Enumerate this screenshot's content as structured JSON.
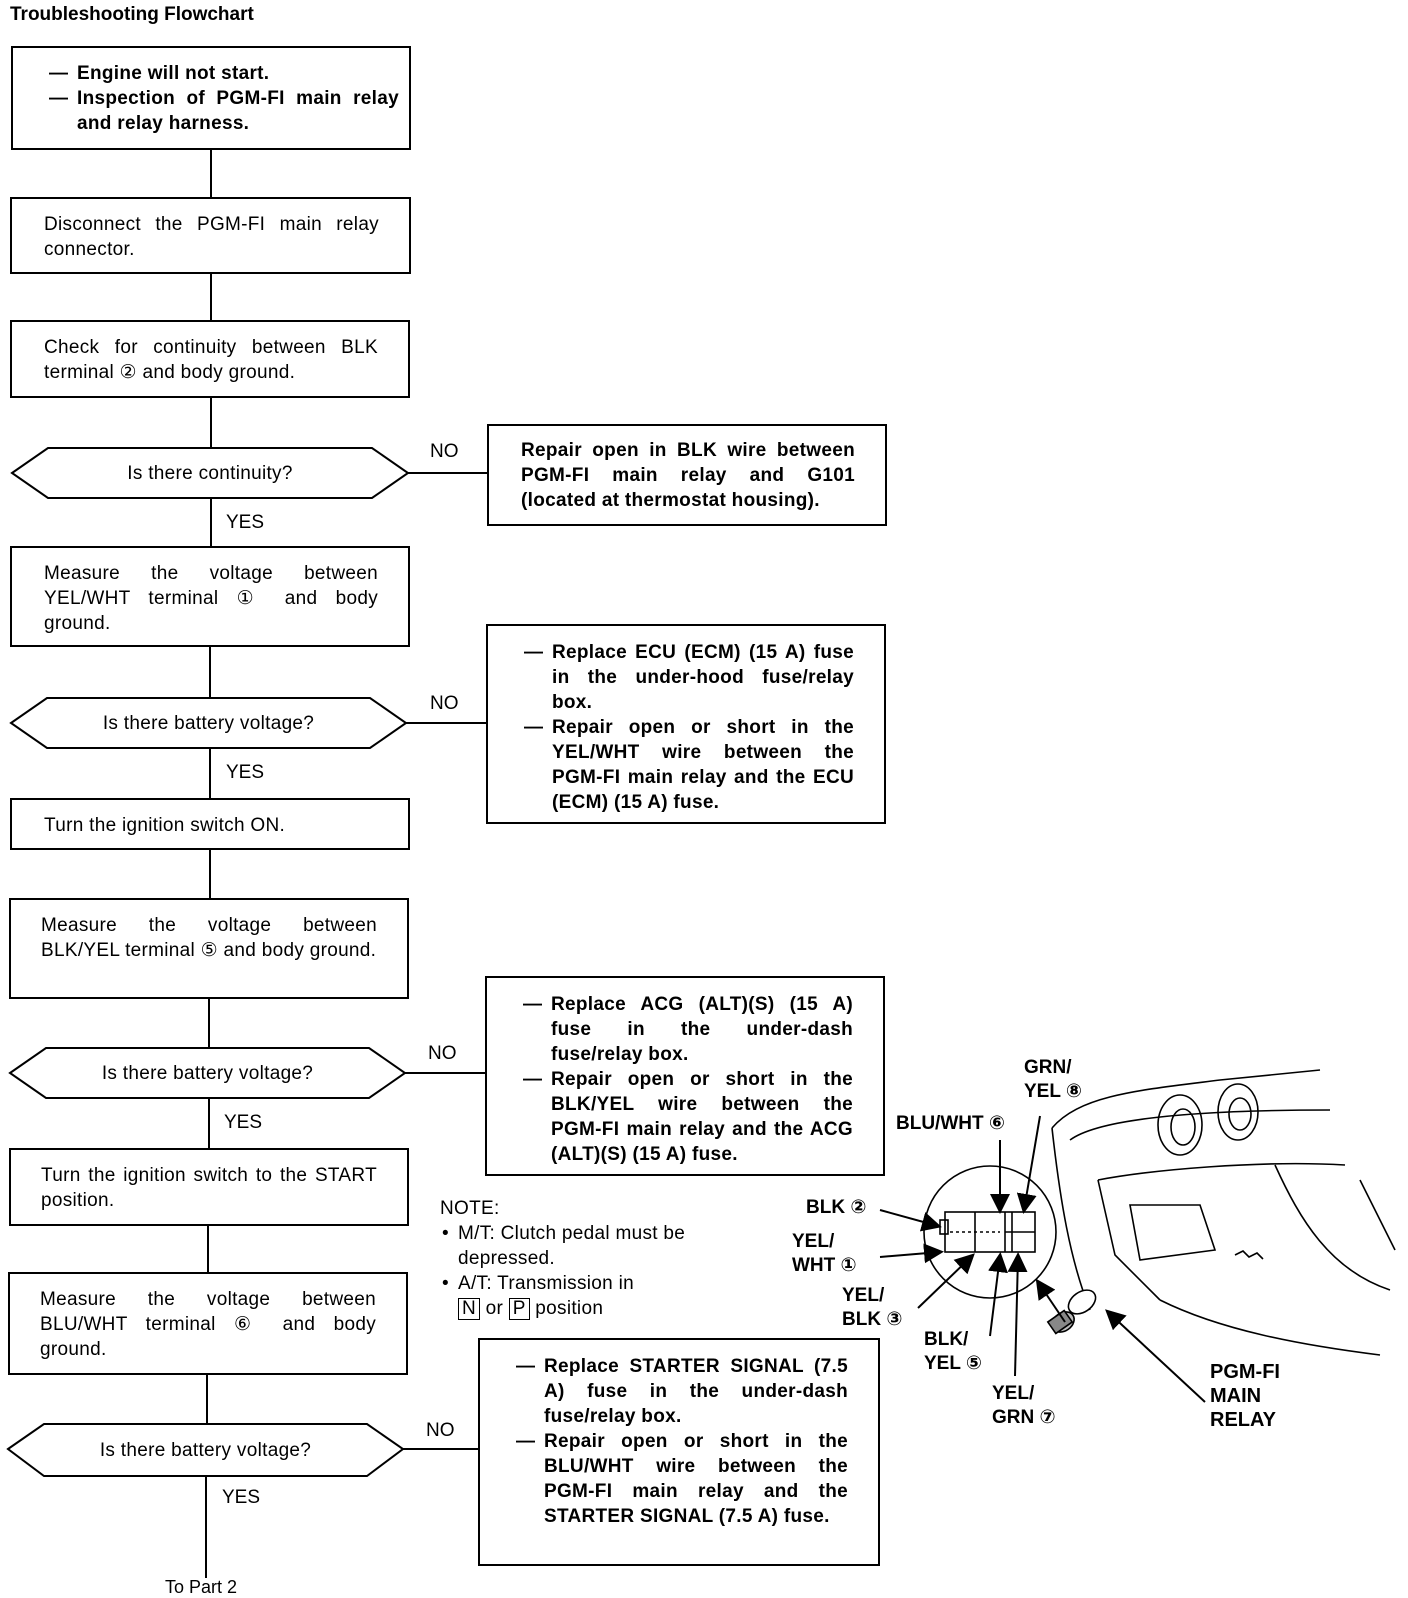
{
  "title": "Troubleshooting Flowchart",
  "start_items": [
    "Engine will not start.",
    "Inspection of PGM-FI main relay and relay harness."
  ],
  "steps": {
    "disconnect": "Disconnect the PGM-FI main relay connector.",
    "check_continuity": "Check for continuity between BLK terminal ② and body ground.",
    "measure_yel_wht": "Measure the voltage between YEL/WHT terminal ① and body ground.",
    "ignition_on": "Turn the ignition switch ON.",
    "measure_blk_yel": "Measure the voltage between BLK/YEL terminal ⑤ and body ground.",
    "ignition_start": "Turn the ignition switch to the START position.",
    "measure_blu_wht": "Measure the voltage between BLU/WHT terminal ⑥ and body ground."
  },
  "decisions": {
    "d1": "Is there continuity?",
    "d2": "Is there battery voltage?",
    "d3": "Is there battery voltage?",
    "d4": "Is there battery voltage?"
  },
  "labels": {
    "yes": "YES",
    "no": "NO",
    "to_part2": "To Part 2"
  },
  "remedies": {
    "r1": "Repair open in BLK wire between PGM-FI main relay and G101 (located at thermostat housing).",
    "r2": [
      "Replace ECU (ECM) (15 A) fuse in the under-hood fuse/relay box.",
      "Repair open or short in the YEL/WHT wire between the PGM-FI main relay and the ECU (ECM) (15 A) fuse."
    ],
    "r3": [
      "Replace ACG (ALT)(S) (15 A) fuse in the under-dash fuse/relay box.",
      "Repair open or short in the BLK/YEL wire between the PGM-FI main relay and the ACG (ALT)(S) (15 A) fuse."
    ],
    "r4": [
      "Replace STARTER SIGNAL (7.5 A) fuse in the under-dash fuse/relay box.",
      "Repair open or short in the BLU/WHT wire between the PGM-FI main relay and the STARTER SIGNAL (7.5 A) fuse."
    ]
  },
  "note": {
    "heading": "NOTE:",
    "mt": "M/T: Clutch pedal must be depressed.",
    "at_prefix": "A/T: Transmission in",
    "at_n": "N",
    "at_or": "or",
    "at_p": "P",
    "at_suffix": "position"
  },
  "diagram": {
    "grn_yel_1": "GRN/",
    "grn_yel_2": "YEL ⑧",
    "blu_wht": "BLU/WHT ⑥",
    "blk": "BLK ②",
    "yel_wht_1": "YEL/",
    "yel_wht_2": "WHT ①",
    "yel_blk_1": "YEL/",
    "yel_blk_2": "BLK ③",
    "blk_yel_1": "BLK/",
    "blk_yel_2": "YEL ⑤",
    "yel_grn_1": "YEL/",
    "yel_grn_2": "GRN ⑦",
    "relay_1": "PGM-FI",
    "relay_2": "MAIN",
    "relay_3": "RELAY"
  }
}
